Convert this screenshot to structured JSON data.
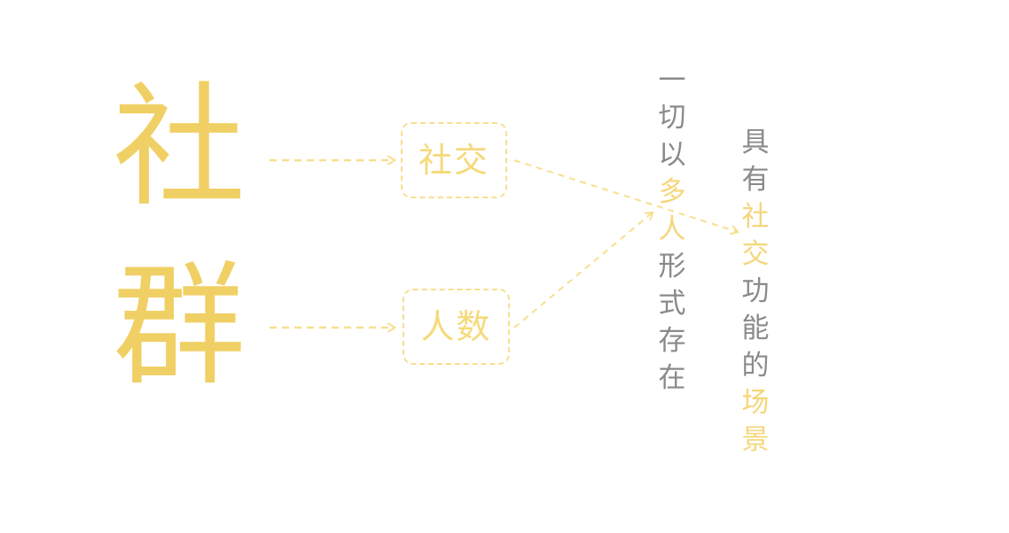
{
  "diagram": {
    "big_chars": {
      "top": "社",
      "bottom": "群"
    },
    "boxes": {
      "social": "社交",
      "people": "人数"
    },
    "left_column": [
      {
        "ch": "一",
        "accent": false
      },
      {
        "ch": "切",
        "accent": false
      },
      {
        "ch": "以",
        "accent": false
      },
      {
        "ch": "多",
        "accent": true
      },
      {
        "ch": "人",
        "accent": true
      },
      {
        "ch": "形",
        "accent": false
      },
      {
        "ch": "式",
        "accent": false
      },
      {
        "ch": "存",
        "accent": false
      },
      {
        "ch": "在",
        "accent": false
      }
    ],
    "right_column": [
      {
        "ch": "具",
        "accent": false
      },
      {
        "ch": "有",
        "accent": false
      },
      {
        "ch": "社",
        "accent": true
      },
      {
        "ch": "交",
        "accent": true
      },
      {
        "ch": "功",
        "accent": false
      },
      {
        "ch": "能",
        "accent": false
      },
      {
        "ch": "的",
        "accent": false
      },
      {
        "ch": "场",
        "accent": true
      },
      {
        "ch": "景",
        "accent": true
      }
    ],
    "colors": {
      "big_char": "#f0d065",
      "box_border": "#f7df8e",
      "box_text": "#f5da7a",
      "arrow": "#f7df8e",
      "text_gray": "#8a8a8a",
      "text_accent": "#f5d67a"
    }
  }
}
